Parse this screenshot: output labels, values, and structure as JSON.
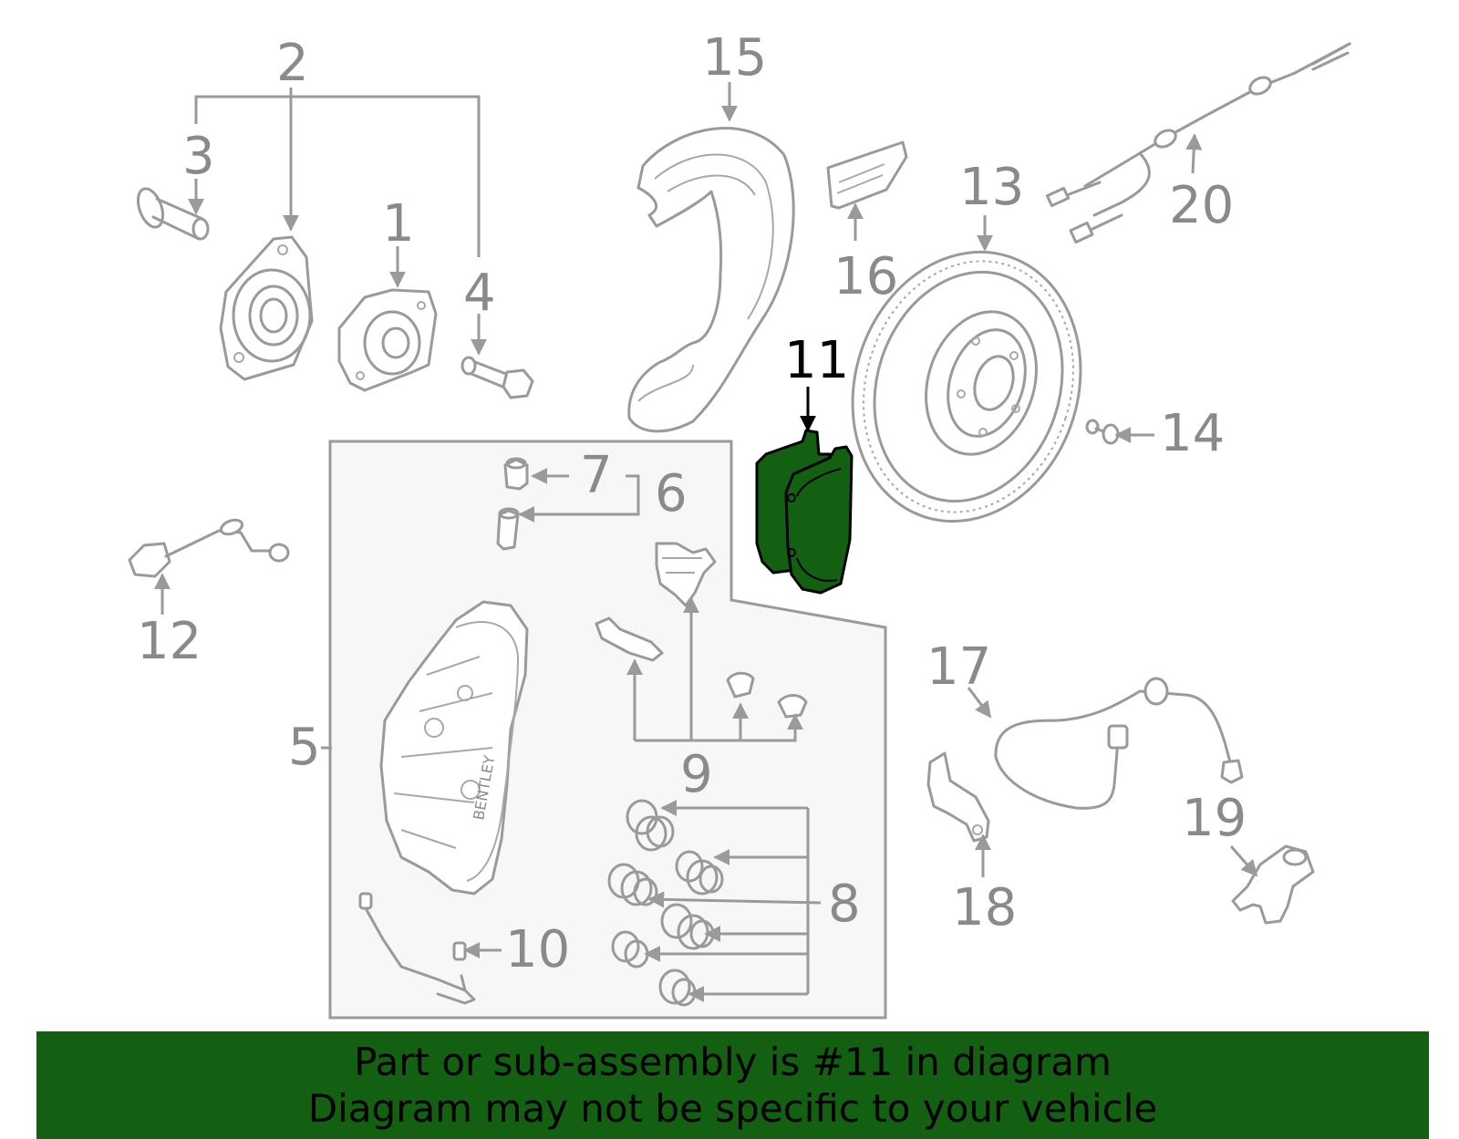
{
  "diagram": {
    "highlighted_part": "11",
    "colors": {
      "highlight": "#136012",
      "banner_background": "#136012",
      "line_art": "#9a9a9a",
      "assembly_box": "#f7f7f7"
    },
    "callouts": [
      {
        "id": "1",
        "label": "1"
      },
      {
        "id": "2",
        "label": "2"
      },
      {
        "id": "3",
        "label": "3"
      },
      {
        "id": "4",
        "label": "4"
      },
      {
        "id": "5",
        "label": "5"
      },
      {
        "id": "6",
        "label": "6"
      },
      {
        "id": "7",
        "label": "7"
      },
      {
        "id": "8",
        "label": "8"
      },
      {
        "id": "9",
        "label": "9"
      },
      {
        "id": "10",
        "label": "10"
      },
      {
        "id": "11",
        "label": "11"
      },
      {
        "id": "12",
        "label": "12"
      },
      {
        "id": "13",
        "label": "13"
      },
      {
        "id": "14",
        "label": "14"
      },
      {
        "id": "15",
        "label": "15"
      },
      {
        "id": "16",
        "label": "16"
      },
      {
        "id": "17",
        "label": "17"
      },
      {
        "id": "18",
        "label": "18"
      },
      {
        "id": "19",
        "label": "19"
      },
      {
        "id": "20",
        "label": "20"
      }
    ],
    "caliper_brand_text": "BENTLEY"
  },
  "banner": {
    "line1": "Part or sub-assembly is #11 in diagram",
    "line2": "Diagram may not be specific to your vehicle"
  }
}
